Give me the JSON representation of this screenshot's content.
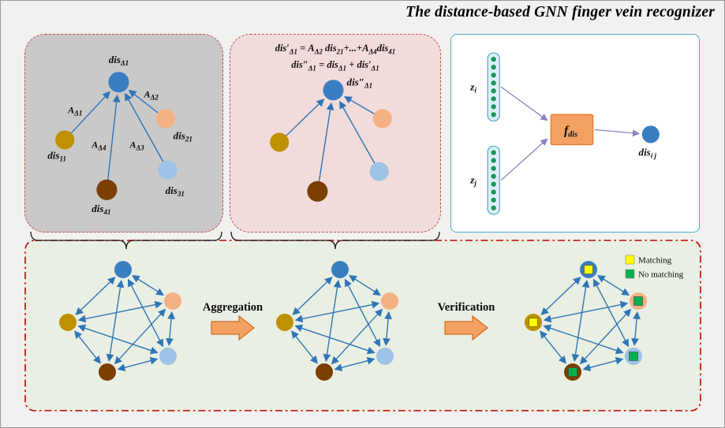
{
  "title": "The distance-based GNN finger vein recognizer",
  "colors": {
    "node_blue": "#3a7ec2",
    "node_orange": "#f4b183",
    "node_lightblue": "#9dc3e6",
    "node_brown": "#7b3f00",
    "node_olive": "#bf9000",
    "edge_blue": "#2e75b6",
    "arrow_purple": "#8f82bc",
    "block_arrow_fill": "#f4a263",
    "fdis_box_fill": "#f4a263",
    "matching_yellow": "#ffff00",
    "no_matching_green": "#00b050",
    "vector_fill": "#dceef5",
    "vector_stroke": "#4bacc6",
    "dot_green": "#00a651"
  },
  "panel_star": {
    "center": {
      "base": "dis",
      "sub": "Δ1"
    },
    "nodes": {
      "n11": {
        "base": "dis",
        "sub": "11"
      },
      "n21": {
        "base": "dis",
        "sub": "21"
      },
      "n31": {
        "base": "dis",
        "sub": "31"
      },
      "n41": {
        "base": "dis",
        "sub": "41"
      }
    },
    "edges": {
      "a1": {
        "base": "A",
        "sub": "Δ1"
      },
      "a2": {
        "base": "A",
        "sub": "Δ2"
      },
      "a3": {
        "base": "A",
        "sub": "Δ3"
      },
      "a4": {
        "base": "A",
        "sub": "Δ4"
      }
    }
  },
  "panel_agg": {
    "formula1": {
      "lhs_base": "dis′",
      "lhs_sub": "Δ1",
      "eq": " = ",
      "t1_base": "A",
      "t1_sub": "Δ2",
      "t2_base": " dis",
      "t2_sub": "21",
      "mid": "+...+",
      "t3_base": "A",
      "t3_sub": "Δ4",
      "t4_base": "dis",
      "t4_sub": "41"
    },
    "formula2": {
      "lhs_base": "dis″",
      "lhs_sub": "Δ1",
      "eq": " = ",
      "t1_base": "dis",
      "t1_sub": "Δ1",
      "plus": " + ",
      "t2_base": "dis′",
      "t2_sub": "Δ1"
    },
    "center": {
      "base": "dis″",
      "sub": "Δ1"
    }
  },
  "panel_fdis": {
    "zi": {
      "base": "z",
      "sub": "i"
    },
    "zj": {
      "base": "z",
      "sub": "j"
    },
    "fbox": {
      "base": "f",
      "sub": "dis"
    },
    "output": {
      "base": "dis",
      "sub": "i j"
    }
  },
  "bottom": {
    "aggregation_label": "Aggregation",
    "verification_label": "Verification",
    "legend": {
      "matching": "Matching",
      "no_matching": "No matching"
    }
  }
}
